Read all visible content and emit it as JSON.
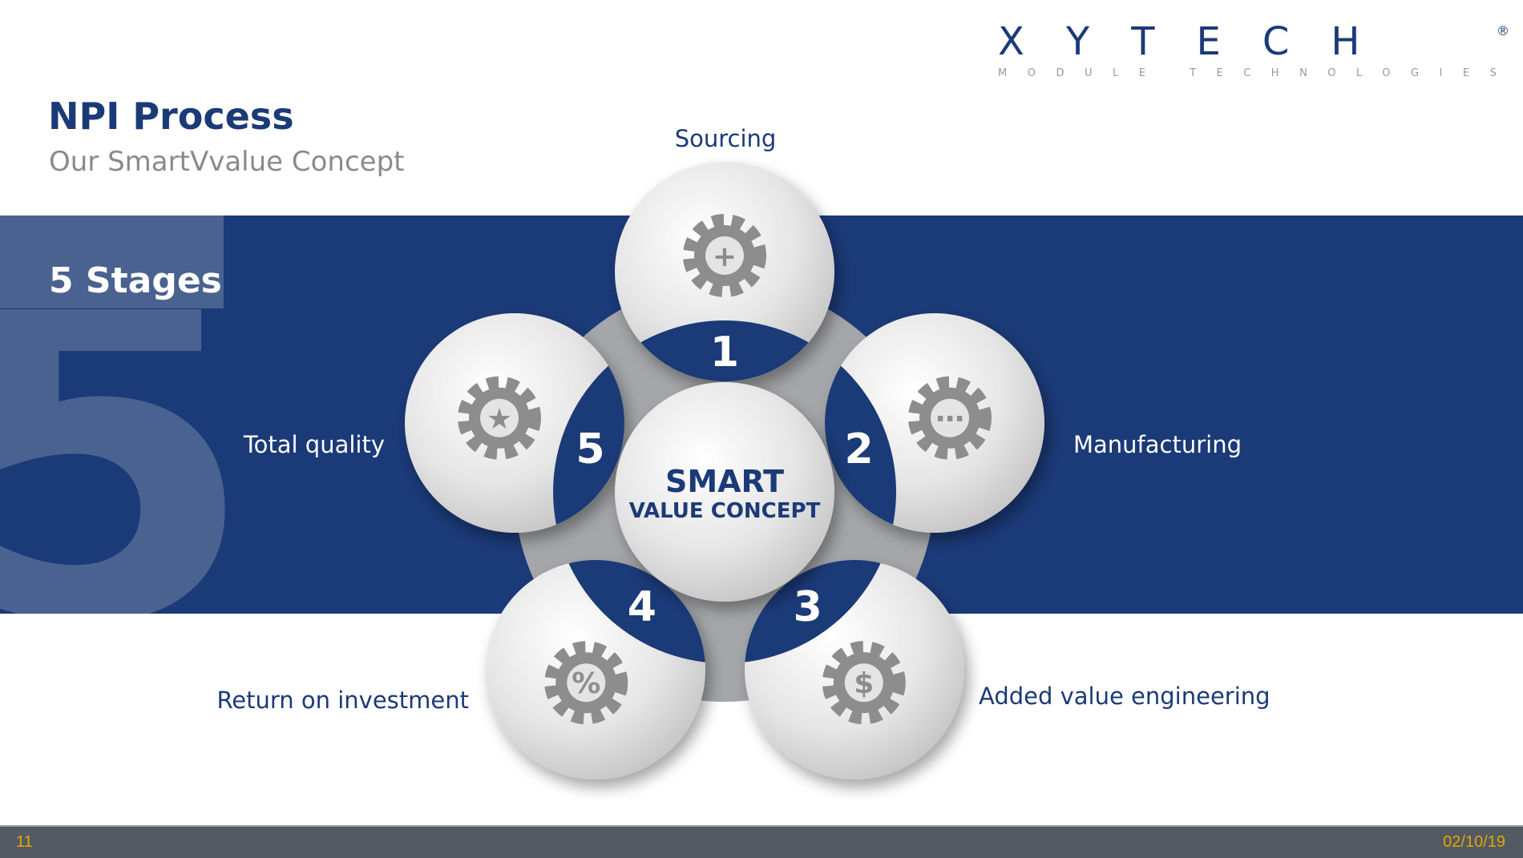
{
  "header": {
    "title": "NPI Process",
    "subtitle": "Our SmartVvalue Concept"
  },
  "logo": {
    "name": "XYTECH",
    "registered": "®",
    "tagline": "MODULE TECHNOLOGIES"
  },
  "band": {
    "stages_label": "5 Stages",
    "big_number": "5"
  },
  "center": {
    "line1": "SMART",
    "line2": "VALUE CONCEPT"
  },
  "stages": [
    {
      "number": "1",
      "label": "Sourcing",
      "icon": "crosshair-gear-icon"
    },
    {
      "number": "2",
      "label": "Manufacturing",
      "icon": "circuit-gear-icon"
    },
    {
      "number": "3",
      "label": "Added value engineering",
      "icon": "dollar-gear-icon"
    },
    {
      "number": "4",
      "label": "Return on investment",
      "icon": "percent-gear-icon"
    },
    {
      "number": "5",
      "label": "Total quality",
      "icon": "award-ribbon-icon"
    }
  ],
  "footer": {
    "page": "11",
    "date": "02/10/19"
  },
  "colors": {
    "navy": "#1b3a78",
    "band_light": "#4a6290",
    "footer": "#535a63",
    "footer_text": "#e0a800"
  }
}
